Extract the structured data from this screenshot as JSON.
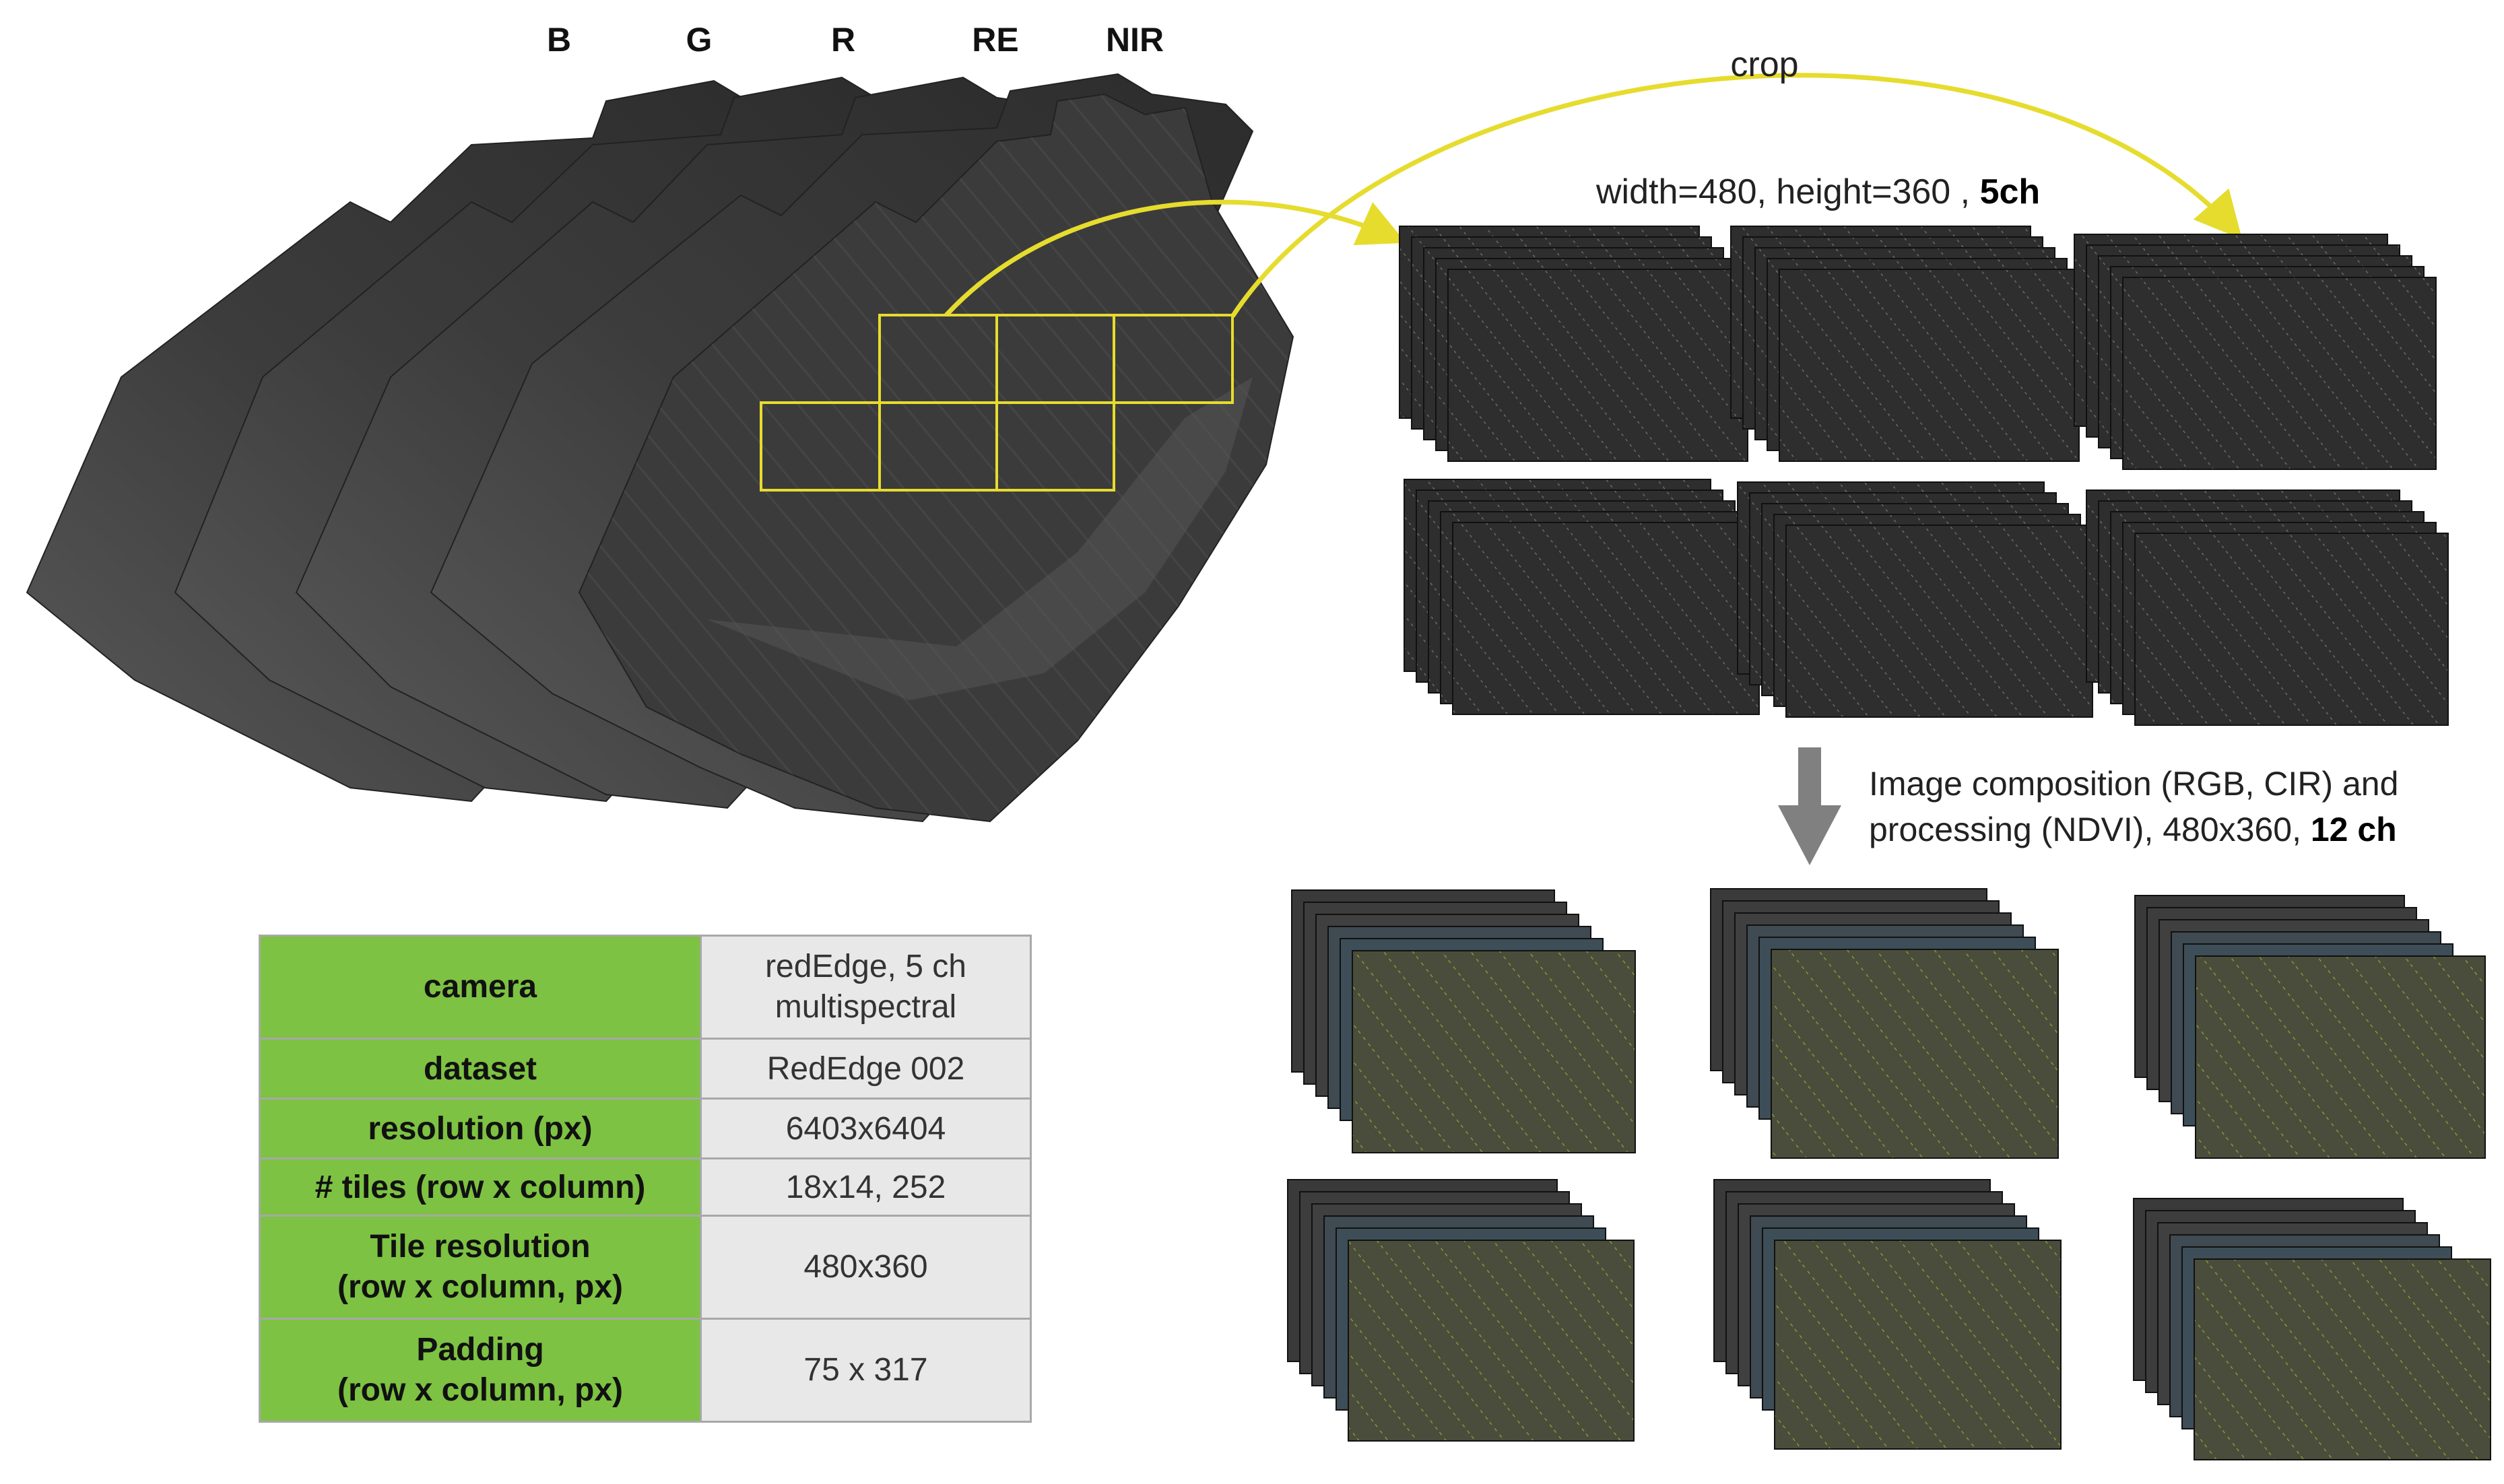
{
  "bands": {
    "b": "B",
    "g": "G",
    "r": "R",
    "re": "RE",
    "nir": "NIR"
  },
  "crop_label": "crop",
  "tile_spec": {
    "prefix": "width=480, height=360 , ",
    "channels": "5ch"
  },
  "composition": {
    "line1": "Image composition (RGB, CIR) and",
    "line2_prefix": "processing (NDVI), 480x360, ",
    "channels": "12 ch"
  },
  "params_table": [
    {
      "key": "camera",
      "value_line1": "redEdge, 5 ch",
      "value_line2": "multispectral"
    },
    {
      "key": "dataset",
      "value_line1": "RedEdge 002"
    },
    {
      "key": "resolution (px)",
      "value_line1": "6403x6404"
    },
    {
      "key": "# tiles (row x column)",
      "value_line1": "18x14, 252"
    },
    {
      "key_line1": "Tile resolution",
      "key_line2": "(row x column, px)",
      "value_line1": "480x360"
    },
    {
      "key_line1": "Padding",
      "key_line2": "(row x column, px)",
      "value_line1": "75 x 317"
    }
  ],
  "colors": {
    "key_cell_bg": "#7dc242",
    "value_cell_bg": "#e8e8e8",
    "crop_box": "#e6dc2e",
    "arrow_gray": "#808080"
  }
}
